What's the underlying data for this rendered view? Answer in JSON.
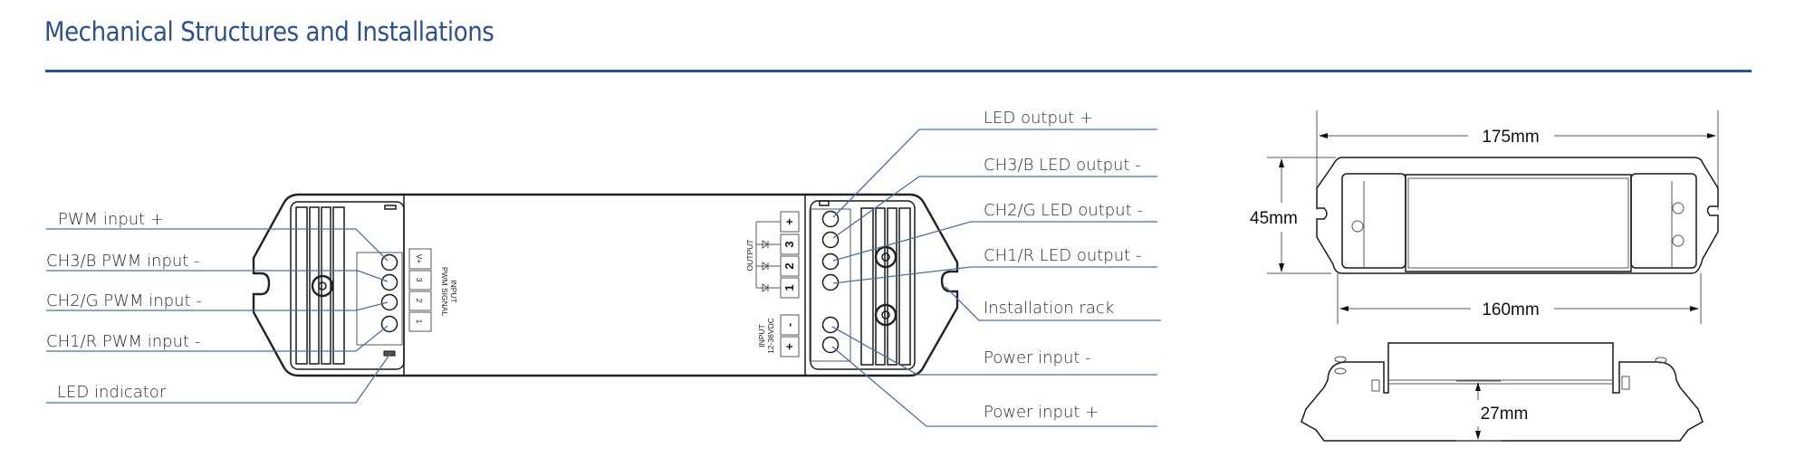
{
  "header": {
    "title": "Mechanical Structures and Installations"
  },
  "colors": {
    "accent": "#2c5191",
    "leader_line": "#4a6fa5"
  },
  "front_view": {
    "left_callouts": [
      {
        "id": "pwm-input-plus",
        "label": "PWM input +"
      },
      {
        "id": "ch3-pwm-input-minus",
        "label": "CH3/B PWM input -"
      },
      {
        "id": "ch2-pwm-input-minus",
        "label": "CH2/G PWM input -"
      },
      {
        "id": "ch1-pwm-input-minus",
        "label": "CH1/R PWM input -"
      },
      {
        "id": "led-indicator",
        "label": "LED indicator"
      }
    ],
    "right_callouts": [
      {
        "id": "led-output-plus",
        "label": "LED output +"
      },
      {
        "id": "ch3-led-output-minus",
        "label": "CH3/B LED output -"
      },
      {
        "id": "ch2-led-output-minus",
        "label": "CH2/G LED output -"
      },
      {
        "id": "ch1-led-output-minus",
        "label": "CH1/R LED output -"
      },
      {
        "id": "installation-rack",
        "label": "Installation rack"
      },
      {
        "id": "power-input-minus",
        "label": "Power input -"
      },
      {
        "id": "power-input-plus",
        "label": "Power input +"
      }
    ],
    "input_terminal_labels": [
      "V+",
      "3",
      "2",
      "1"
    ],
    "input_block_caption_1": "INPUT",
    "input_block_caption_2": "PWM SIGNAL",
    "output_terminal_labels": [
      "+",
      "3",
      "2",
      "1"
    ],
    "output_block_caption": "OUTPUT",
    "power_terminal_labels": [
      "-",
      "+"
    ],
    "power_block_caption_1": "INPUT",
    "power_block_caption_2": "12-36VDC"
  },
  "dimensions": {
    "overall_length": "175mm",
    "mounting_length": "160mm",
    "width": "45mm",
    "height": "27mm"
  }
}
